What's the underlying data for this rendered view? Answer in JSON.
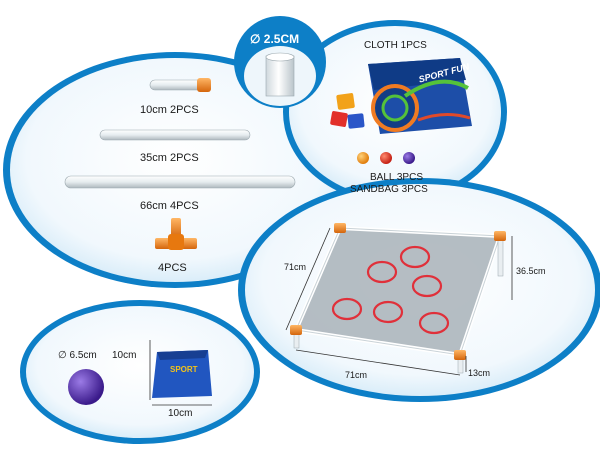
{
  "pipe_diameter": {
    "symbol": "∅",
    "value": "2.5CM"
  },
  "parts": {
    "pipe_10cm": "10cm  2PCS",
    "pipe_35cm": "35cm  2PCS",
    "pipe_66cm": "66cm  4PCS",
    "connector": "4PCS"
  },
  "cloth": {
    "label": "CLOTH  1PCS",
    "logo_text": "SPORT FUN"
  },
  "balls_label": "BALL 3PCS",
  "sandbags_label": "SANDBAG 3PCS",
  "frame": {
    "width_top": "71cm",
    "width_bottom": "71cm",
    "height": "36.5cm",
    "leg": "13cm"
  },
  "ball_detail": {
    "symbol": "∅",
    "size": "6.5cm"
  },
  "sandbag_detail": {
    "height": "10cm",
    "width": "10cm"
  },
  "colors": {
    "bubble_blue": "#0d7fc7",
    "bubble_light": "#eaf5fc",
    "pipe_orange": "#f2811d",
    "ring_red": "#e0303a",
    "ball_purple": "#5a2fb0",
    "ball_orange": "#f29a1a",
    "ball_red": "#e43a2a"
  }
}
